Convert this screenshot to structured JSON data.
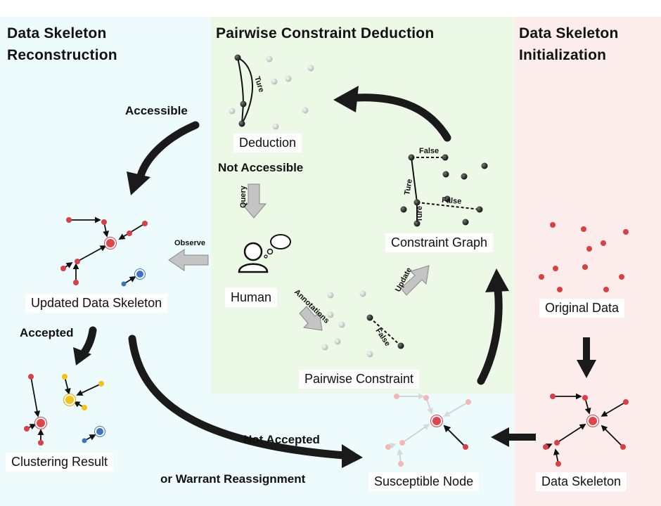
{
  "sections": {
    "reconstruction_line1": "Data Skeleton",
    "reconstruction_line2": "Reconstruction",
    "deduction": "Pairwise Constraint Deduction",
    "initialization_line1": "Data Skeleton",
    "initialization_line2": "Initialization"
  },
  "flow_labels": {
    "accessible": "Accessible",
    "not_accessible": "Not Accessible",
    "accepted": "Accepted",
    "not_accepted": "Not Accepted",
    "warrant": "or Warrant Reassignment"
  },
  "node_labels": {
    "deduction": "Deduction",
    "human": "Human",
    "constraint_graph": "Constraint Graph",
    "pairwise_constraint": "Pairwise Constraint",
    "updated_skeleton": "Updated Data Skeleton",
    "clustering_result": "Clustering Result",
    "susceptible_node": "Susceptible Node",
    "original_data": "Original Data",
    "data_skeleton": "Data Skeleton"
  },
  "edge_labels": {
    "query": "Query",
    "observe": "Observe",
    "annotations": "Annotations",
    "update": "Update",
    "ture": "Ture",
    "false": "False"
  },
  "colors": {
    "left_bg": "#eefbfd",
    "mid_bg": "#ecf9e6",
    "right_bg": "#fcecec",
    "red_node": "#e0454c",
    "blue_node": "#3c72c6",
    "yellow_node": "#f2c21a",
    "arrow": "#1a1a1a",
    "gray_arrow": "#bdbdbd"
  }
}
